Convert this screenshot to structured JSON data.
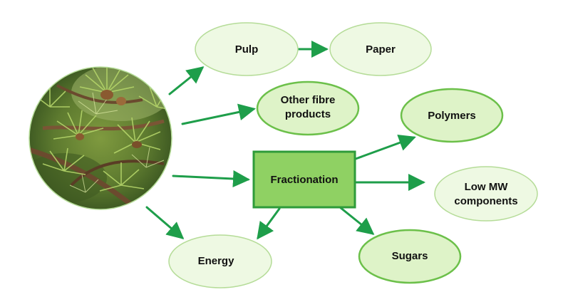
{
  "nodes": {
    "pulp": "Pulp",
    "paper": "Paper",
    "other_fibre": [
      "Other fibre",
      "products"
    ],
    "polymers": "Polymers",
    "fractionation": "Fractionation",
    "low_mw": [
      "Low MW",
      "components"
    ],
    "sugars": "Sugars",
    "energy": "Energy"
  },
  "colors": {
    "ellipse_fill_light": "#eef9e3",
    "ellipse_fill_mid": "#def3c8",
    "ellipse_stroke_light": "#b5dc98",
    "ellipse_stroke_bold": "#6cc04a",
    "fractionation_fill": "#8fd163",
    "fractionation_stroke": "#2e9b3a",
    "arrow": "#1e9e4a"
  }
}
